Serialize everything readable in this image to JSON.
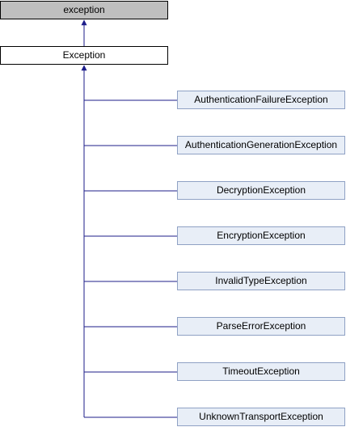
{
  "colors": {
    "external_fill": "#bfbfbf",
    "base_fill": "#ffffff",
    "child_fill": "#e8eef7",
    "child_border": "#8fa1c4",
    "edge": "#1d1d8a"
  },
  "diagram": {
    "external_class": "exception",
    "base_class": "Exception",
    "children": [
      "AuthenticationFailureException",
      "AuthenticationGenerationException",
      "DecryptionException",
      "EncryptionException",
      "InvalidTypeException",
      "ParseErrorException",
      "TimeoutException",
      "UnknownTransportException"
    ]
  }
}
